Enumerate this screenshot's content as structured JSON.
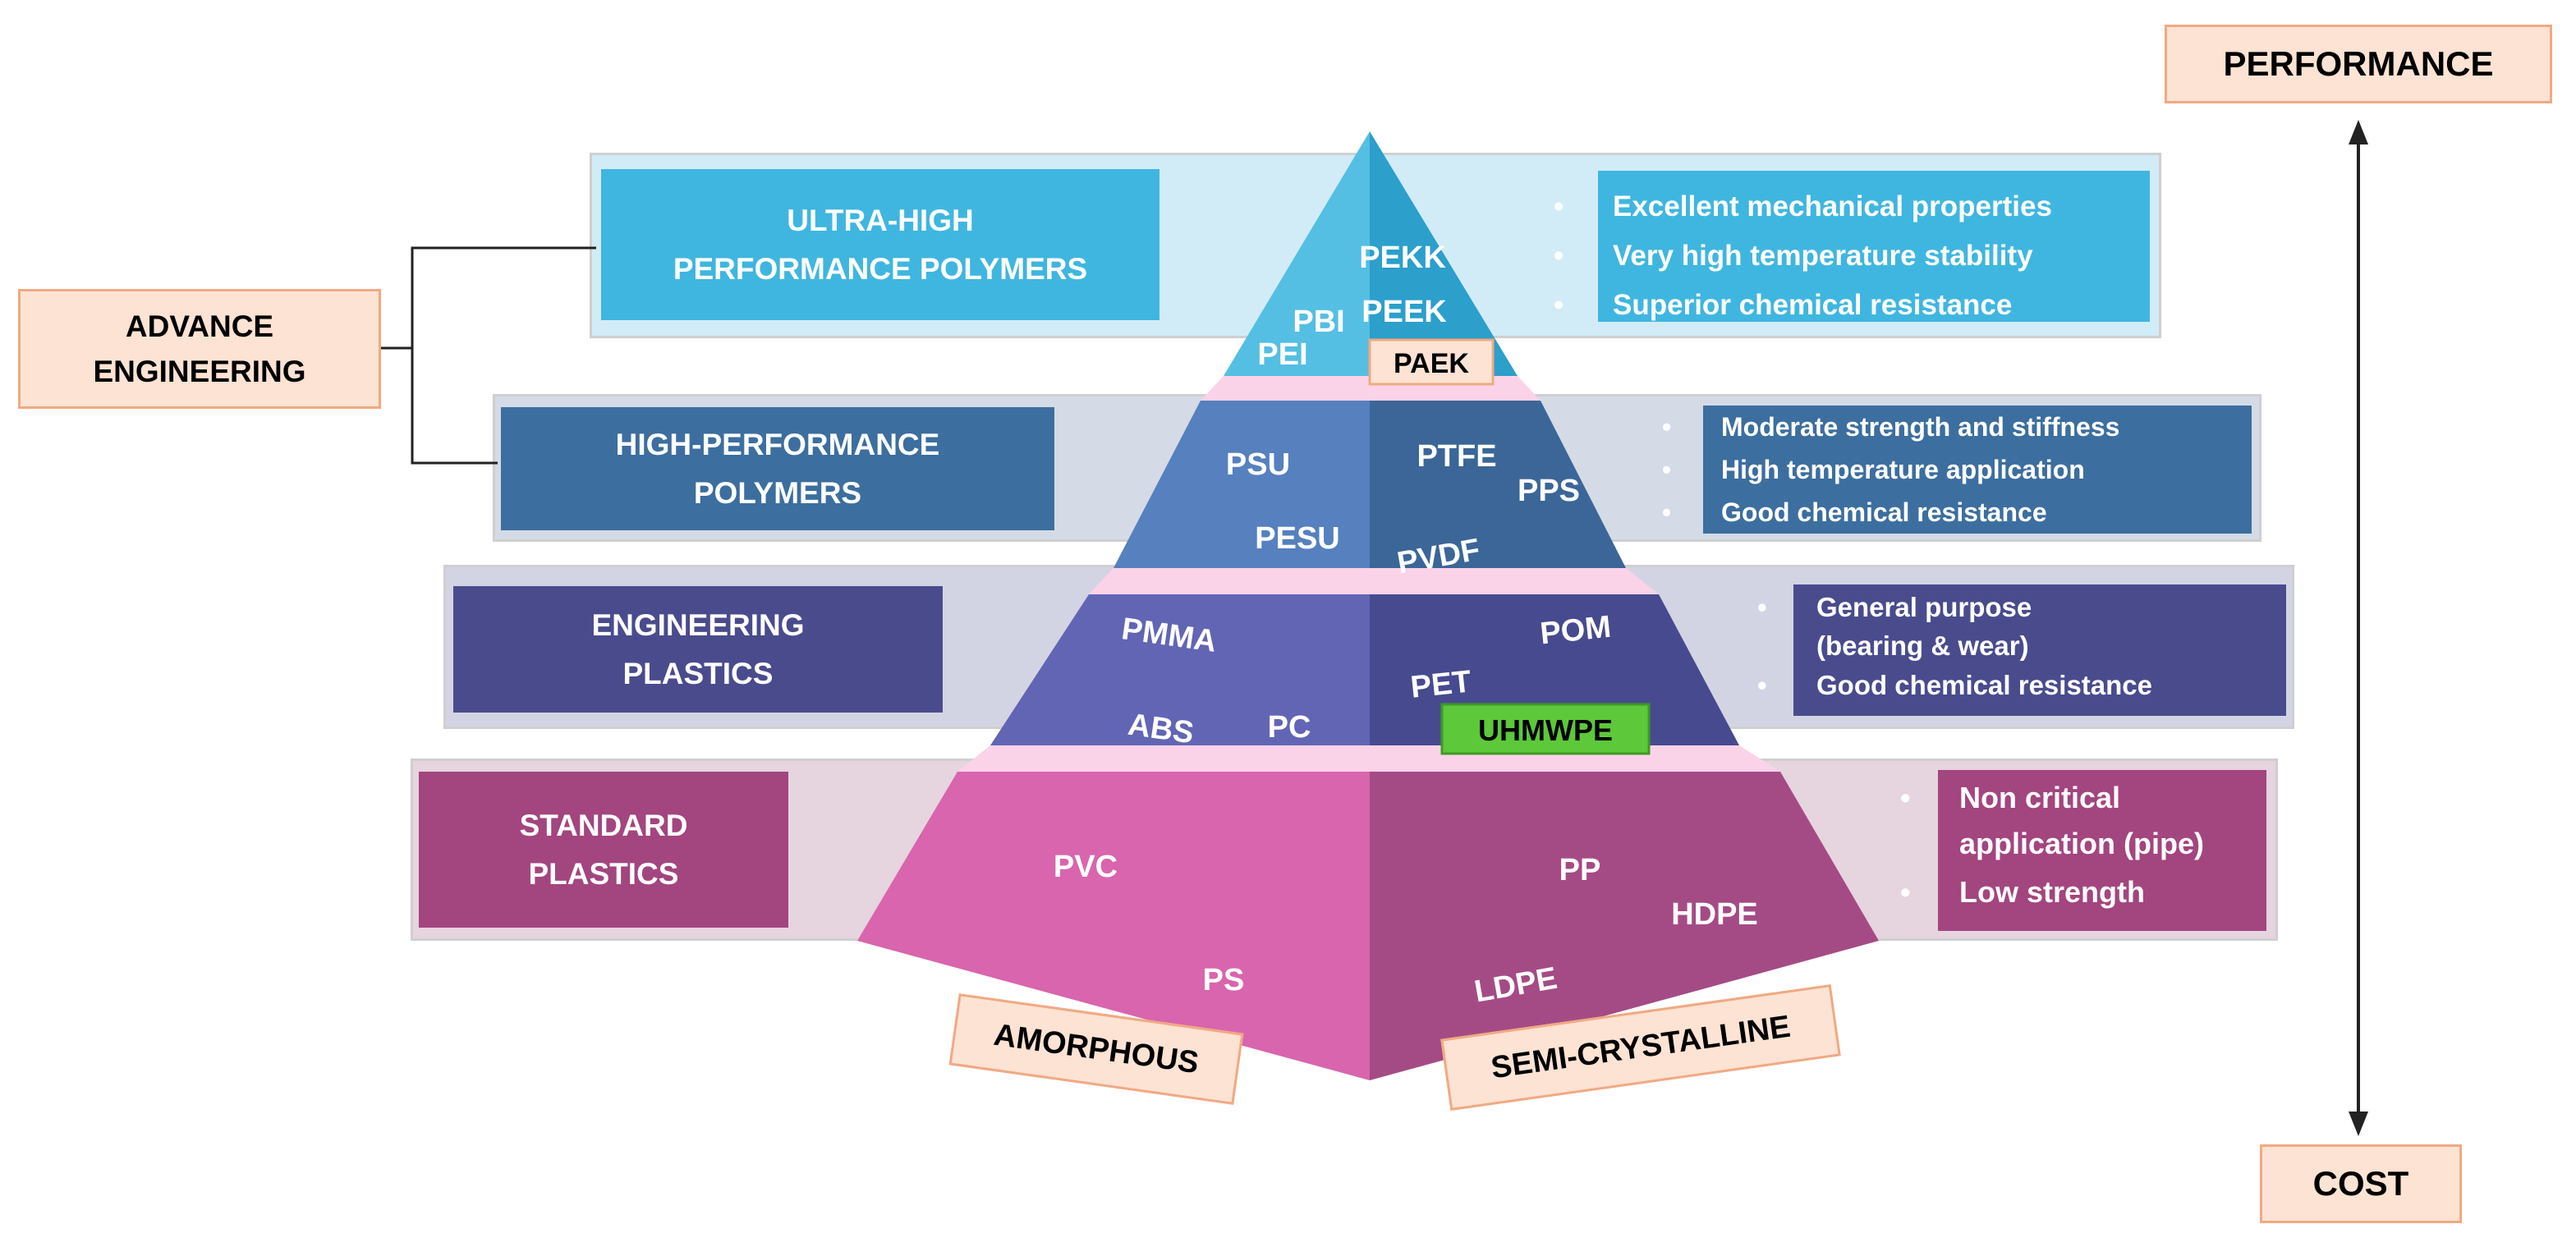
{
  "colors": {
    "tier1": "#3fb6e0",
    "tier1_band": "#d2ecf7",
    "tier2": "#3c6e9f",
    "tier2_band": "#d4dbe6",
    "tier3": "#4a4b8d",
    "tier3_band": "#d3d4e3",
    "tier4": "#a3457f",
    "tier4_band": "#e6d4df",
    "separator": "#fbd3e9",
    "uhmwpe": "#5cc83a",
    "peach": "#fde3d3"
  },
  "axis": {
    "top": "PERFORMANCE",
    "bottom": "COST"
  },
  "group_label": "ADVANCE\nENGINEERING",
  "tiers": [
    {
      "label": "ULTRA-HIGH\nPERFORMANCE POLYMERS",
      "properties": [
        "Excellent mechanical properties",
        "Very high temperature stability",
        "Superior chemical resistance"
      ]
    },
    {
      "label": "HIGH-PERFORMANCE\nPOLYMERS",
      "properties": [
        "Moderate strength and stiffness",
        "High temperature application",
        "Good chemical resistance"
      ]
    },
    {
      "label": "ENGINEERING\nPLASTICS",
      "properties": [
        "General purpose\n(bearing & wear)",
        "Good chemical resistance"
      ]
    },
    {
      "label": "STANDARD\nPLASTICS",
      "properties": [
        "Non critical\napplication (pipe)",
        "Low strength"
      ]
    }
  ],
  "polymers": {
    "tier1_left": [
      "PBI",
      "PEI"
    ],
    "tier1_right": [
      "PEKK",
      "PEEK"
    ],
    "tier1_tag": "PAEK",
    "tier2_left": [
      "PSU",
      "PESU"
    ],
    "tier2_right": [
      "PTFE",
      "PPS",
      "PVDF"
    ],
    "tier3_left": [
      "PMMA",
      "ABS",
      "PC"
    ],
    "tier3_right": [
      "PET",
      "POM"
    ],
    "tier3_tag": "UHMWPE",
    "tier4_left": [
      "PVC",
      "PS"
    ],
    "tier4_right": [
      "PP",
      "HDPE",
      "LDPE"
    ]
  },
  "structure": {
    "left": "AMORPHOUS",
    "right": "SEMI-CRYSTALLINE"
  }
}
